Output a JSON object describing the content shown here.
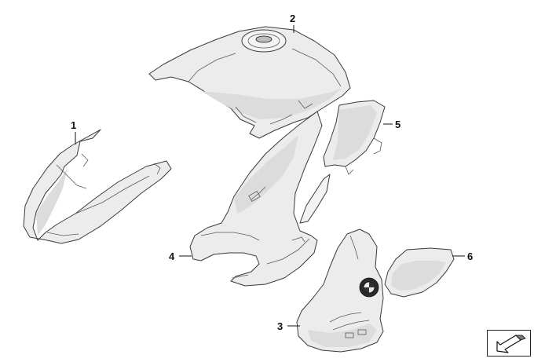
{
  "diagram": {
    "callouts": [
      {
        "id": "1",
        "label": "1"
      },
      {
        "id": "2",
        "label": "2"
      },
      {
        "id": "3",
        "label": "3"
      },
      {
        "id": "4",
        "label": "4"
      },
      {
        "id": "5",
        "label": "5"
      },
      {
        "id": "6",
        "label": "6"
      }
    ],
    "icons": {
      "navigation": "arrow-down-left-icon"
    }
  }
}
